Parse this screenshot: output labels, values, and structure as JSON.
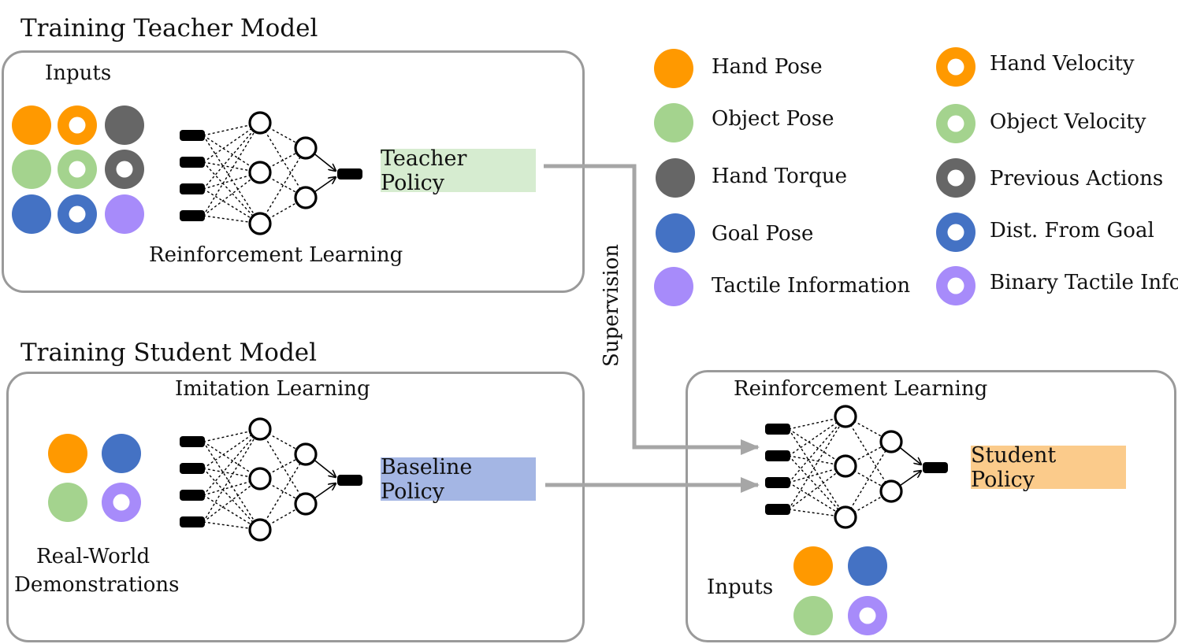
{
  "teacher": {
    "title": "Training Teacher Model",
    "inputs_label": "Inputs",
    "method_label": "Reinforcement Learning",
    "policy_label": "Teacher Policy",
    "policy_color": "#d6ecd0"
  },
  "student_training": {
    "title": "Training Student Model",
    "method_label": "Imitation Learning",
    "demos_line1": "Real-World",
    "demos_line2": "Demonstrations",
    "policy_label": "Baseline Policy",
    "policy_color": "#a4b6e4"
  },
  "student": {
    "method_label": "Reinforcement Learning",
    "policy_label": "Student Policy",
    "policy_color": "#fbcb8b",
    "inputs_label": "Inputs"
  },
  "supervision_label": "Supervision",
  "legend": [
    {
      "label": "Hand Pose",
      "color": "#ff9900",
      "ring": false
    },
    {
      "label": "Object Pose",
      "color": "#a4d38e",
      "ring": false
    },
    {
      "label": "Hand Torque",
      "color": "#666666",
      "ring": false
    },
    {
      "label": "Goal Pose",
      "color": "#4472c4",
      "ring": false
    },
    {
      "label": "Tactile Information",
      "color": "#a78bfa",
      "ring": false
    },
    {
      "label": "Hand Velocity",
      "color": "#ff9900",
      "ring": true
    },
    {
      "label": "Object Velocity",
      "color": "#a4d38e",
      "ring": true
    },
    {
      "label": "Previous Actions",
      "color": "#666666",
      "ring": true
    },
    {
      "label": "Dist. From Goal",
      "color": "#4472c4",
      "ring": true
    },
    {
      "label": "Binary Tactile Info.",
      "color": "#a78bfa",
      "ring": true
    }
  ],
  "teacher_inputs": [
    {
      "color": "#ff9900",
      "ring": false
    },
    {
      "color": "#ff9900",
      "ring": true
    },
    {
      "color": "#666666",
      "ring": false
    },
    {
      "color": "#a4d38e",
      "ring": false
    },
    {
      "color": "#a4d38e",
      "ring": true
    },
    {
      "color": "#666666",
      "ring": true
    },
    {
      "color": "#4472c4",
      "ring": false
    },
    {
      "color": "#4472c4",
      "ring": true
    },
    {
      "color": "#a78bfa",
      "ring": false
    }
  ],
  "demo_inputs": [
    {
      "color": "#ff9900",
      "ring": false
    },
    {
      "color": "#4472c4",
      "ring": false
    },
    {
      "color": "#a4d38e",
      "ring": false
    },
    {
      "color": "#a78bfa",
      "ring": true
    }
  ],
  "student_inputs": [
    {
      "color": "#ff9900",
      "ring": false
    },
    {
      "color": "#4472c4",
      "ring": false
    },
    {
      "color": "#a4d38e",
      "ring": false
    },
    {
      "color": "#a78bfa",
      "ring": true
    }
  ],
  "arrow_color": "#a6a6a6"
}
